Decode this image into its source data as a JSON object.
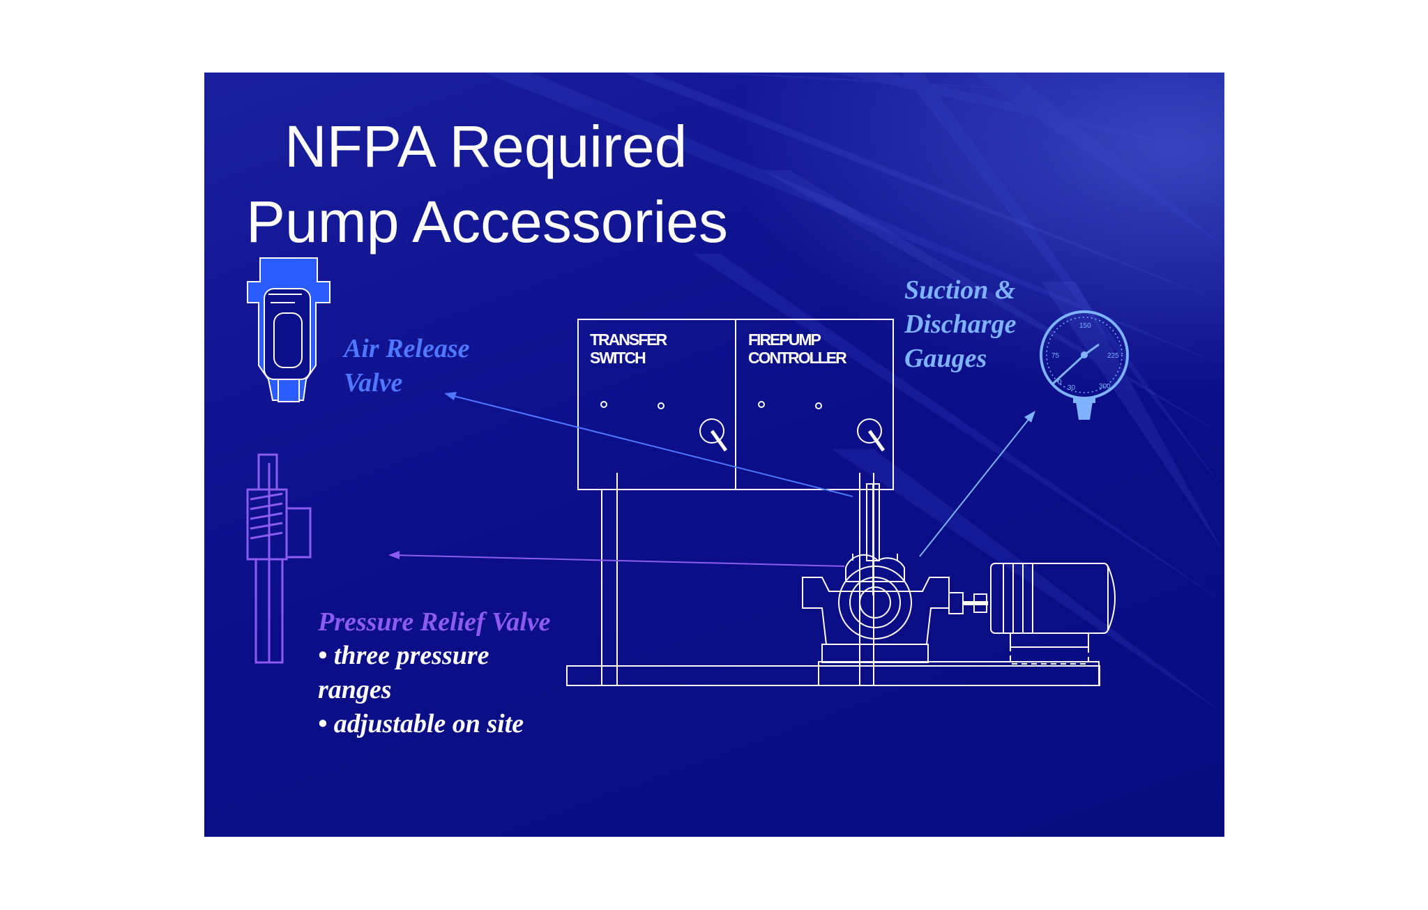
{
  "slide": {
    "title_line1": "NFPA Required",
    "title_line2": "Pump Accessories"
  },
  "labels": {
    "air_release_line1": "Air Release",
    "air_release_line2": "Valve",
    "gauges_line1": "Suction &",
    "gauges_line2": "Discharge",
    "gauges_line3": "Gauges",
    "pressure_relief": "Pressure Relief Valve",
    "bullet1_line1": "• three pressure",
    "bullet1_line2": "ranges",
    "bullet2": "• adjustable on site"
  },
  "panels": {
    "transfer_line1": "TRANSFER",
    "transfer_line2": "SWITCH",
    "controller_line1": "FIREPUMP",
    "controller_line2": "CONTROLLER"
  },
  "gauge_ticks": [
    "150",
    "75",
    "225",
    "0",
    "30",
    "300"
  ],
  "colors": {
    "background": "#0c0f8a",
    "air_release": "#4f77ff",
    "gauges": "#7fb3ff",
    "pressure_relief": "#8c5cf0"
  }
}
